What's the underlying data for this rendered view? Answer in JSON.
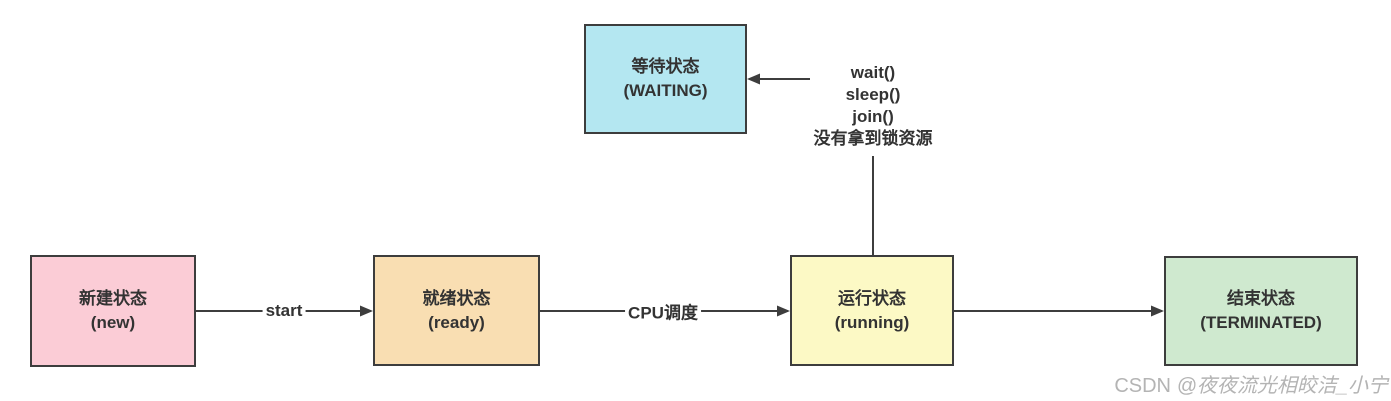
{
  "diagram": {
    "states": {
      "waiting": {
        "name_zh": "等待状态",
        "name_en": "(WAITING)",
        "fill": "#b4e7f1"
      },
      "new": {
        "name_zh": "新建状态",
        "name_en": "(new)",
        "fill": "#fbccd6"
      },
      "ready": {
        "name_zh": "就绪状态",
        "name_en": "(ready)",
        "fill": "#f9deb2"
      },
      "running": {
        "name_zh": "运行状态",
        "name_en": "(running)",
        "fill": "#fcf9c5"
      },
      "terminated": {
        "name_zh": "结束状态",
        "name_en": "(TERMINATED)",
        "fill": "#cfe9cf"
      }
    },
    "transitions": {
      "new_to_ready": {
        "label": "start"
      },
      "ready_to_running": {
        "label": "CPU调度"
      },
      "running_to_waiting": {
        "lines": [
          "wait()",
          "sleep()",
          "join()",
          "没有拿到锁资源"
        ]
      }
    },
    "line_color": "#3d3d3d"
  },
  "watermark": {
    "prefix": "CSDN ",
    "user": "@夜夜流光相皎洁_小宁"
  }
}
